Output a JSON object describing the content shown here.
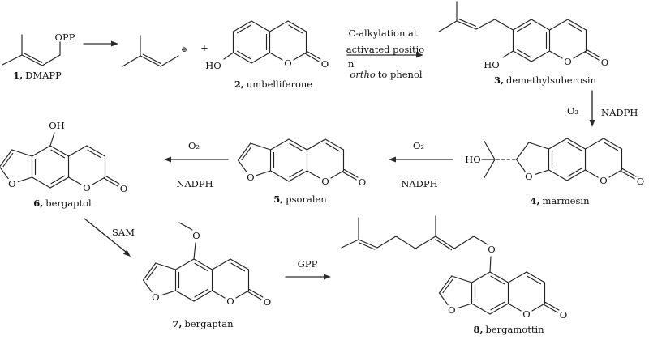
{
  "atoms": {
    "opp": "OPP",
    "ho": "HO",
    "oh": "OH",
    "o": "O",
    "plus": "+",
    "cation": "⊕"
  },
  "reagents": {
    "alkylation_line1": "C-alkylation at",
    "alkylation_line2": "activated positio",
    "alkylation_line3": "n",
    "alkylation_ortho": "ortho",
    "alkylation_rest": "to phenol",
    "o2": "O₂",
    "nadph": "NADPH",
    "sam": "SAM",
    "gpp": "GPP"
  },
  "compounds": [
    {
      "index": "1,",
      "name": "DMAPP"
    },
    {
      "index": "2,",
      "name": "umbelliferone"
    },
    {
      "index": "3,",
      "name": "demethylsuberosin"
    },
    {
      "index": "4,",
      "name": "marmesin"
    },
    {
      "index": "5,",
      "name": "psoralen"
    },
    {
      "index": "6,",
      "name": "bergaptol"
    },
    {
      "index": "7,",
      "name": "bergaptan"
    },
    {
      "index": "8,",
      "name": "bergamottin"
    }
  ],
  "colors": {
    "ink": "#222222",
    "background": "#ffffff"
  }
}
